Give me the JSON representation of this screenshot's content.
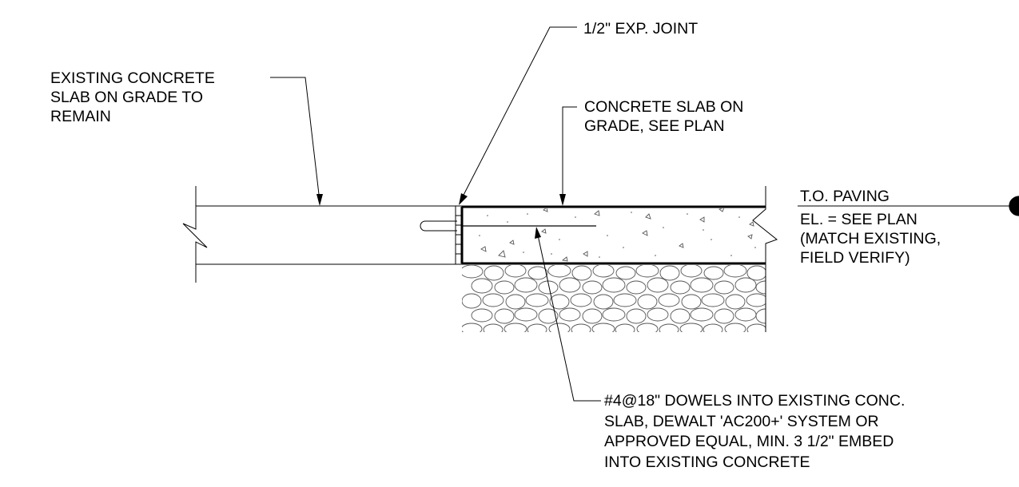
{
  "notes": {
    "existing_slab": [
      "EXISTING CONCRETE",
      "SLAB ON GRADE TO",
      "REMAIN"
    ],
    "exp_joint": [
      "1/2\" EXP. JOINT"
    ],
    "new_slab": [
      "CONCRETE SLAB ON",
      "GRADE, SEE PLAN"
    ],
    "elevation": [
      "T.O. PAVING",
      "EL. = SEE PLAN",
      "(MATCH EXISTING,",
      "FIELD VERIFY)"
    ],
    "dowels": [
      "#4@18\" DOWELS INTO EXISTING CONC.",
      "SLAB, DEWALT 'AC200+' SYSTEM OR",
      "APPROVED EQUAL, MIN. 3 1/2\" EMBED",
      "INTO EXISTING CONCRETE"
    ]
  },
  "colors": {
    "line": "#000000",
    "background": "#ffffff"
  }
}
